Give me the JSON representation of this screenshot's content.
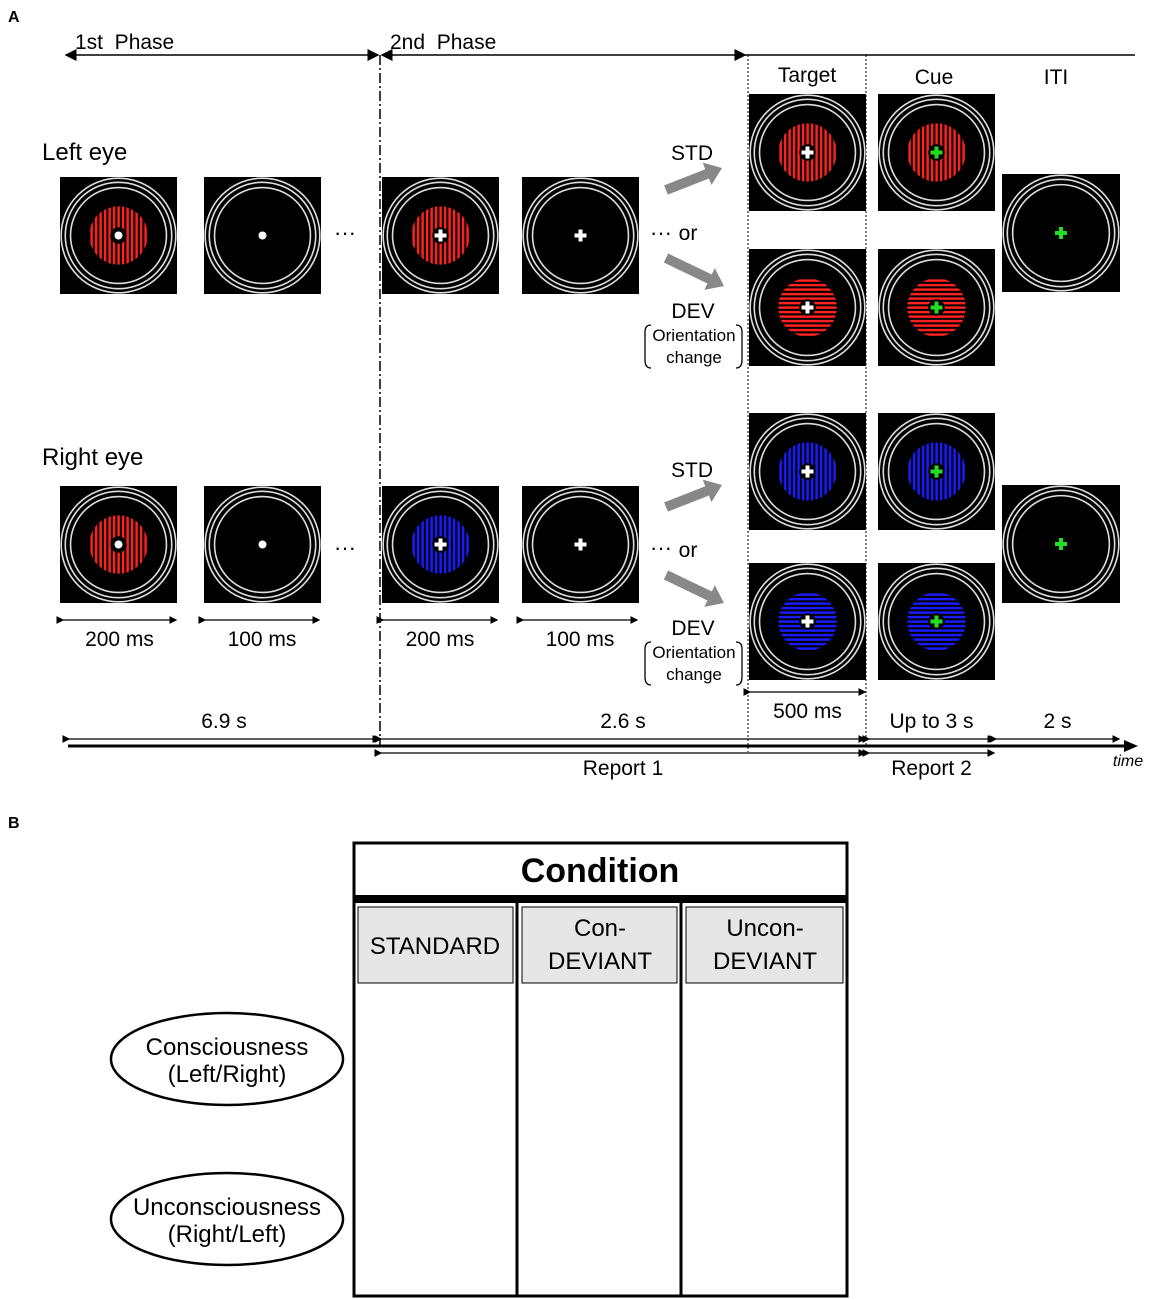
{
  "panel_a": {
    "label": "A",
    "phase1": "1st  Phase",
    "phase2": "2nd  Phase",
    "col_target": "Target",
    "col_cue": "Cue",
    "col_iti": "ITI",
    "left_eye": "Left eye",
    "right_eye": "Right eye",
    "std": "STD",
    "dev": "DEV",
    "or": "or",
    "ellipsis": "···",
    "orientation_change_1": "Orientation",
    "orientation_change_2": "change",
    "d200": "200 ms",
    "d100": "100 ms",
    "d500": "500 ms",
    "t_phase1": "6.9 s",
    "t_phase2": "2.6 s",
    "t_cue": "Up to 3 s",
    "t_iti": "2 s",
    "report1": "Report 1",
    "report2": "Report 2",
    "time": "time"
  },
  "panel_b": {
    "label": "B",
    "condition": "Condition",
    "col_standard": "STANDARD",
    "col_con_1": "Con-",
    "col_con_2": "DEVIANT",
    "col_uncon_1": "Uncon-",
    "col_uncon_2": "DEVIANT",
    "row_con_1": "Consciousness",
    "row_con_2": "(Left/Right)",
    "row_uncon_1": "Unconsciousness",
    "row_uncon_2": "(Right/Left)"
  },
  "colors": {
    "red": "#ff2020",
    "blue": "#1a1aff",
    "green": "#22dd22",
    "arrow": "#888888"
  }
}
